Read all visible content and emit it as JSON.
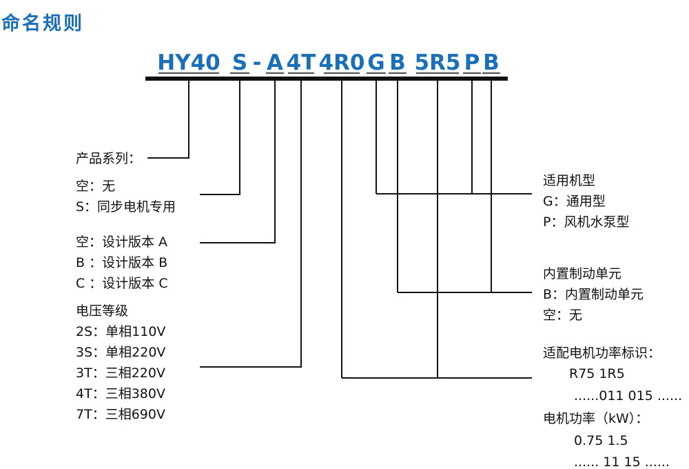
{
  "title": "命名规则",
  "code": {
    "hy40": "HY40",
    "s": "S",
    "dash": "-",
    "a": "A",
    "t4": "4T",
    "r40": "4R0",
    "g": "G",
    "b": "B",
    "r55": "5R5",
    "p": "P",
    "b2": "B"
  },
  "left": {
    "series": "产品系列：",
    "motor": [
      "空：无",
      "S：同步电机专用"
    ],
    "version": [
      "空：设计版本 A",
      "B ：设计版本 B",
      "C ：设计版本 C"
    ],
    "voltage": [
      "电压等级",
      "2S：单相110V",
      "3S：单相220V",
      "3T：三相220V",
      "4T：三相380V",
      "7T：三相690V"
    ]
  },
  "right": {
    "type": [
      "适用机型",
      "G：通用型",
      "P：风机水泵型"
    ],
    "brake": [
      "内置制动单元",
      "B：内置制动单元",
      "空：无"
    ],
    "power": [
      "适配电机功率标识：",
      "R75  1R5",
      "......011  015 ......",
      "电机功率（kW）：",
      "0.75  1.5",
      "...... 11   15 ......"
    ]
  },
  "colors": {
    "accent": "#1a6fb8",
    "text": "#111111"
  }
}
